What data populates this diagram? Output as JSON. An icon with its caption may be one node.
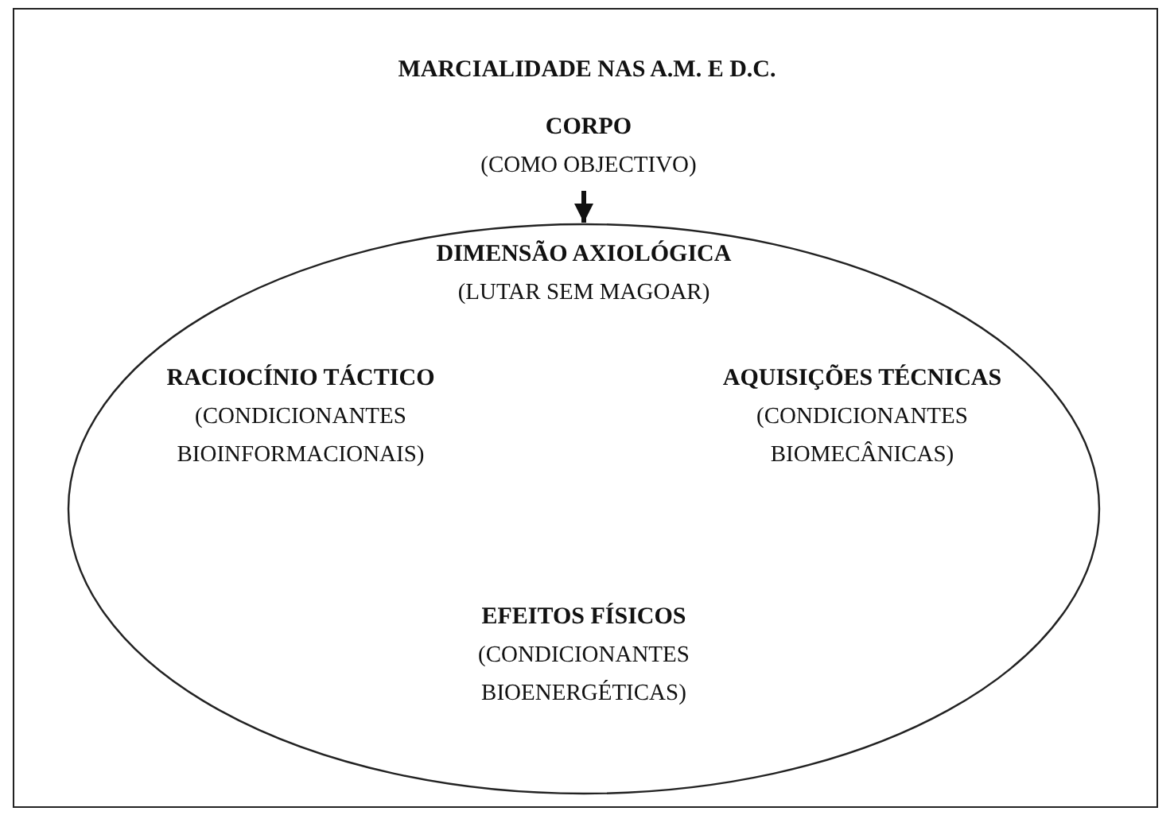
{
  "diagram": {
    "title": "MARCIALIDADE NAS A.M. E D.C.",
    "nodes": [
      {
        "text": [
          "CORPO",
          "(COMO OBJECTIVO)"
        ]
      },
      {
        "text": [
          "DIMENSÃO AXIOLÓGICA",
          "(LUTAR SEM MAGOAR)"
        ]
      },
      {
        "text": [
          "RACIOCÍNIO TÁCTICO",
          "(CONDICIONANTES BIOINFORMACIONAIS)"
        ],
        "in": 1
      },
      {
        "text": [
          "AQUISIÇÕES TÉCNICAS",
          "(CONDICIONANTES BIOMECÂNICAS)"
        ],
        "in": 1
      },
      {
        "text": [
          "EFEITOS FÍSICOS",
          "(CONDICIONANTES BIOENERGÉTICAS)"
        ],
        "in": 1
      }
    ],
    "edges": [
      {
        "from": 0,
        "to": 1,
        "arrow": "to"
      }
    ]
  }
}
